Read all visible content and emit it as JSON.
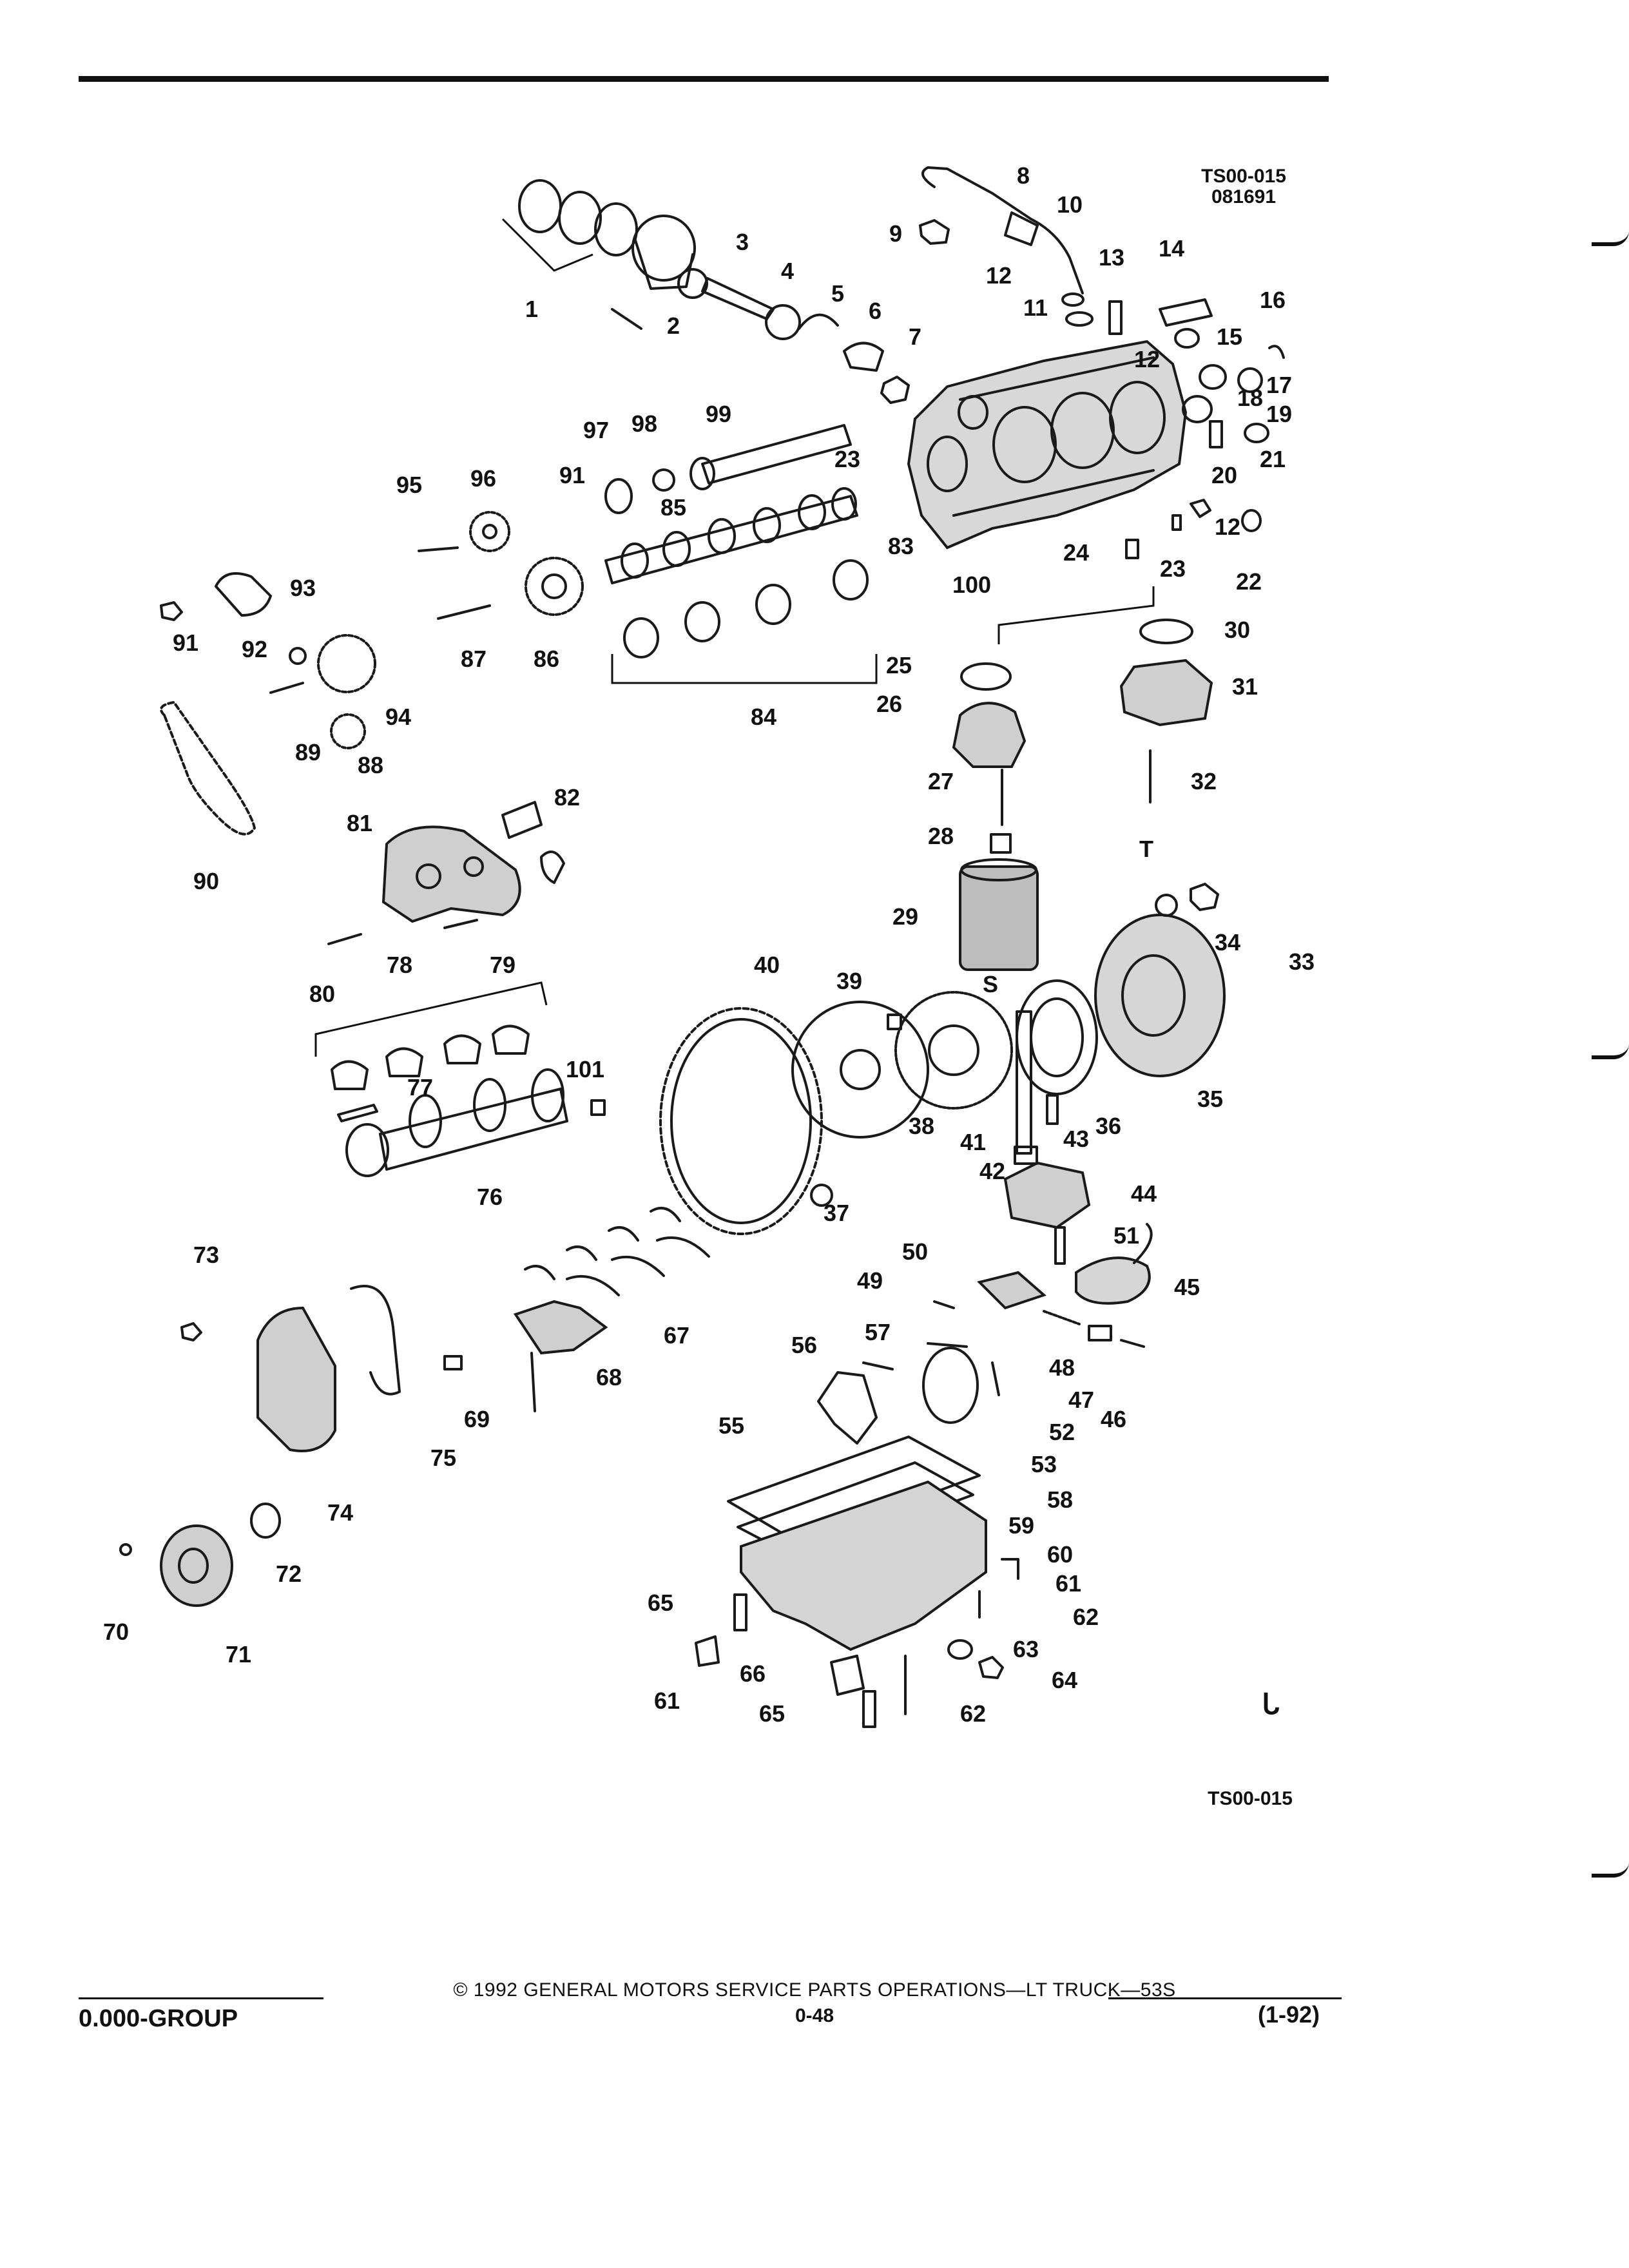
{
  "codes": {
    "top": "TS00-015",
    "top_date": "081691",
    "bottom": "TS00-015"
  },
  "callouts": [
    {
      "id": "c1",
      "text": "1"
    },
    {
      "id": "c2",
      "text": "2"
    },
    {
      "id": "c3",
      "text": "3"
    },
    {
      "id": "c4",
      "text": "4"
    },
    {
      "id": "c5",
      "text": "5"
    },
    {
      "id": "c6",
      "text": "6"
    },
    {
      "id": "c7",
      "text": "7"
    },
    {
      "id": "c8",
      "text": "8"
    },
    {
      "id": "c9",
      "text": "9"
    },
    {
      "id": "c10",
      "text": "10"
    },
    {
      "id": "c11",
      "text": "11"
    },
    {
      "id": "c12a",
      "text": "12"
    },
    {
      "id": "c12b",
      "text": "12"
    },
    {
      "id": "c12c",
      "text": "12"
    },
    {
      "id": "c13",
      "text": "13"
    },
    {
      "id": "c14",
      "text": "14"
    },
    {
      "id": "c15",
      "text": "15"
    },
    {
      "id": "c16",
      "text": "16"
    },
    {
      "id": "c17",
      "text": "17"
    },
    {
      "id": "c18",
      "text": "18"
    },
    {
      "id": "c19",
      "text": "19"
    },
    {
      "id": "c20",
      "text": "20"
    },
    {
      "id": "c21",
      "text": "21"
    },
    {
      "id": "c22",
      "text": "22"
    },
    {
      "id": "c23a",
      "text": "23"
    },
    {
      "id": "c23b",
      "text": "23"
    },
    {
      "id": "c24",
      "text": "24"
    },
    {
      "id": "c25",
      "text": "25"
    },
    {
      "id": "c26",
      "text": "26"
    },
    {
      "id": "c27",
      "text": "27"
    },
    {
      "id": "c28",
      "text": "28"
    },
    {
      "id": "c29",
      "text": "29"
    },
    {
      "id": "c30",
      "text": "30"
    },
    {
      "id": "c31",
      "text": "31"
    },
    {
      "id": "c32",
      "text": "32"
    },
    {
      "id": "c33",
      "text": "33"
    },
    {
      "id": "c34",
      "text": "34"
    },
    {
      "id": "c35",
      "text": "35"
    },
    {
      "id": "c36",
      "text": "36"
    },
    {
      "id": "c37",
      "text": "37"
    },
    {
      "id": "c38",
      "text": "38"
    },
    {
      "id": "c39",
      "text": "39"
    },
    {
      "id": "c40",
      "text": "40"
    },
    {
      "id": "c41",
      "text": "41"
    },
    {
      "id": "c42",
      "text": "42"
    },
    {
      "id": "c43",
      "text": "43"
    },
    {
      "id": "c44",
      "text": "44"
    },
    {
      "id": "c45",
      "text": "45"
    },
    {
      "id": "c46",
      "text": "46"
    },
    {
      "id": "c47",
      "text": "47"
    },
    {
      "id": "c48",
      "text": "48"
    },
    {
      "id": "c49",
      "text": "49"
    },
    {
      "id": "c50",
      "text": "50"
    },
    {
      "id": "c51",
      "text": "51"
    },
    {
      "id": "c52",
      "text": "52"
    },
    {
      "id": "c53",
      "text": "53"
    },
    {
      "id": "c55",
      "text": "55"
    },
    {
      "id": "c56",
      "text": "56"
    },
    {
      "id": "c57",
      "text": "57"
    },
    {
      "id": "c58",
      "text": "58"
    },
    {
      "id": "c59",
      "text": "59"
    },
    {
      "id": "c60",
      "text": "60"
    },
    {
      "id": "c61a",
      "text": "61"
    },
    {
      "id": "c61b",
      "text": "61"
    },
    {
      "id": "c62a",
      "text": "62"
    },
    {
      "id": "c62b",
      "text": "62"
    },
    {
      "id": "c63",
      "text": "63"
    },
    {
      "id": "c64",
      "text": "64"
    },
    {
      "id": "c65a",
      "text": "65"
    },
    {
      "id": "c65b",
      "text": "65"
    },
    {
      "id": "c66",
      "text": "66"
    },
    {
      "id": "c67",
      "text": "67"
    },
    {
      "id": "c68",
      "text": "68"
    },
    {
      "id": "c69",
      "text": "69"
    },
    {
      "id": "c70",
      "text": "70"
    },
    {
      "id": "c71",
      "text": "71"
    },
    {
      "id": "c72",
      "text": "72"
    },
    {
      "id": "c73",
      "text": "73"
    },
    {
      "id": "c74",
      "text": "74"
    },
    {
      "id": "c75",
      "text": "75"
    },
    {
      "id": "c76",
      "text": "76"
    },
    {
      "id": "c77",
      "text": "77"
    },
    {
      "id": "c78",
      "text": "78"
    },
    {
      "id": "c79",
      "text": "79"
    },
    {
      "id": "c80",
      "text": "80"
    },
    {
      "id": "c81",
      "text": "81"
    },
    {
      "id": "c82",
      "text": "82"
    },
    {
      "id": "c83",
      "text": "83"
    },
    {
      "id": "c84",
      "text": "84"
    },
    {
      "id": "c85",
      "text": "85"
    },
    {
      "id": "c86",
      "text": "86"
    },
    {
      "id": "c87",
      "text": "87"
    },
    {
      "id": "c88",
      "text": "88"
    },
    {
      "id": "c89",
      "text": "89"
    },
    {
      "id": "c90",
      "text": "90"
    },
    {
      "id": "c91a",
      "text": "91"
    },
    {
      "id": "c91b",
      "text": "91"
    },
    {
      "id": "c92",
      "text": "92"
    },
    {
      "id": "c93",
      "text": "93"
    },
    {
      "id": "c94",
      "text": "94"
    },
    {
      "id": "c95",
      "text": "95"
    },
    {
      "id": "c96",
      "text": "96"
    },
    {
      "id": "c97",
      "text": "97"
    },
    {
      "id": "c98",
      "text": "98"
    },
    {
      "id": "c99",
      "text": "99"
    },
    {
      "id": "c100",
      "text": "100"
    },
    {
      "id": "c101",
      "text": "101"
    },
    {
      "id": "cS",
      "text": "S"
    },
    {
      "id": "cT",
      "text": "T"
    }
  ],
  "footer": {
    "copyright": "© 1992 GENERAL MOTORS SERVICE PARTS OPERATIONS—LT TRUCK—53S",
    "page": "0-48",
    "group": "0.000-GROUP",
    "revision": "(1-92)"
  },
  "mark": "ᒐ"
}
